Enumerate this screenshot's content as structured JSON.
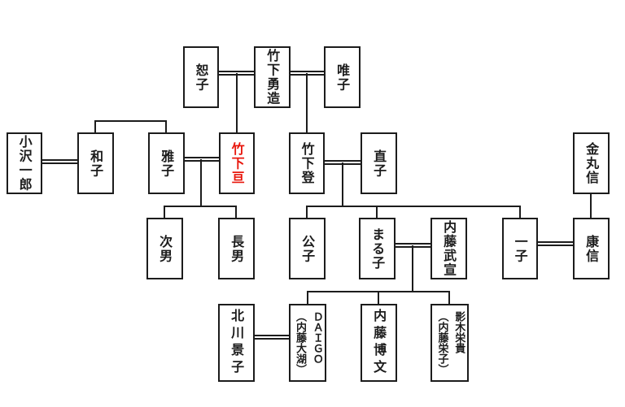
{
  "diagram": {
    "type": "family-tree",
    "background": "#ffffff",
    "line_color": "#1c1c1c",
    "highlight_color": "#e8170d",
    "highlighted_person": "竹下亘"
  },
  "people": {
    "joko": {
      "name": "恕子"
    },
    "yuzo": {
      "name": "竹下勇造"
    },
    "tadako": {
      "name": "唯子"
    },
    "ozawa": {
      "name": "小沢一郎"
    },
    "kazuko": {
      "name": "和子"
    },
    "masako": {
      "name": "雅子"
    },
    "wataru": {
      "name": "竹下亘"
    },
    "noboru": {
      "name": "竹下登"
    },
    "naoko": {
      "name": "直子"
    },
    "kanemaru": {
      "name": "金丸信"
    },
    "yasunobu": {
      "name": "康信"
    },
    "jinan": {
      "name": "次男"
    },
    "chonan": {
      "name": "長男"
    },
    "kimiko": {
      "name": "公子"
    },
    "maruko": {
      "name": "まる子"
    },
    "takenobu": {
      "name": "内藤武宣"
    },
    "ichiko": {
      "name": "一子"
    },
    "kitagawa": {
      "name": "北川景子"
    },
    "daigo": {
      "name": "ＤＡＩＧＯ\n（内藤大湖）"
    },
    "hirofumi": {
      "name": "内藤博文"
    },
    "eiki": {
      "name": "影木栄貴\n（内藤栄子）"
    }
  },
  "relations": {
    "marriages": [
      "恕子＝竹下勇造",
      "竹下勇造＝唯子",
      "小沢一郎＝和子",
      "雅子＝竹下亘",
      "竹下登＝直子",
      "一子＝康信",
      "まる子＝内藤武宣",
      "北川景子＝ＤＡＩＧＯ"
    ],
    "parent_child": [
      "恕子・竹下勇造 → 竹下亘",
      "竹下勇造・唯子 → 竹下登",
      "雅子・竹下亘 → 次男・長男",
      "竹下登・直子 → 公子・まる子・一子",
      "まる子・内藤武宣 → ＤＡＩＧＯ・内藤博文・影木栄貴",
      "金丸信 → 康信"
    ],
    "siblings": [
      "和子・雅子"
    ]
  }
}
